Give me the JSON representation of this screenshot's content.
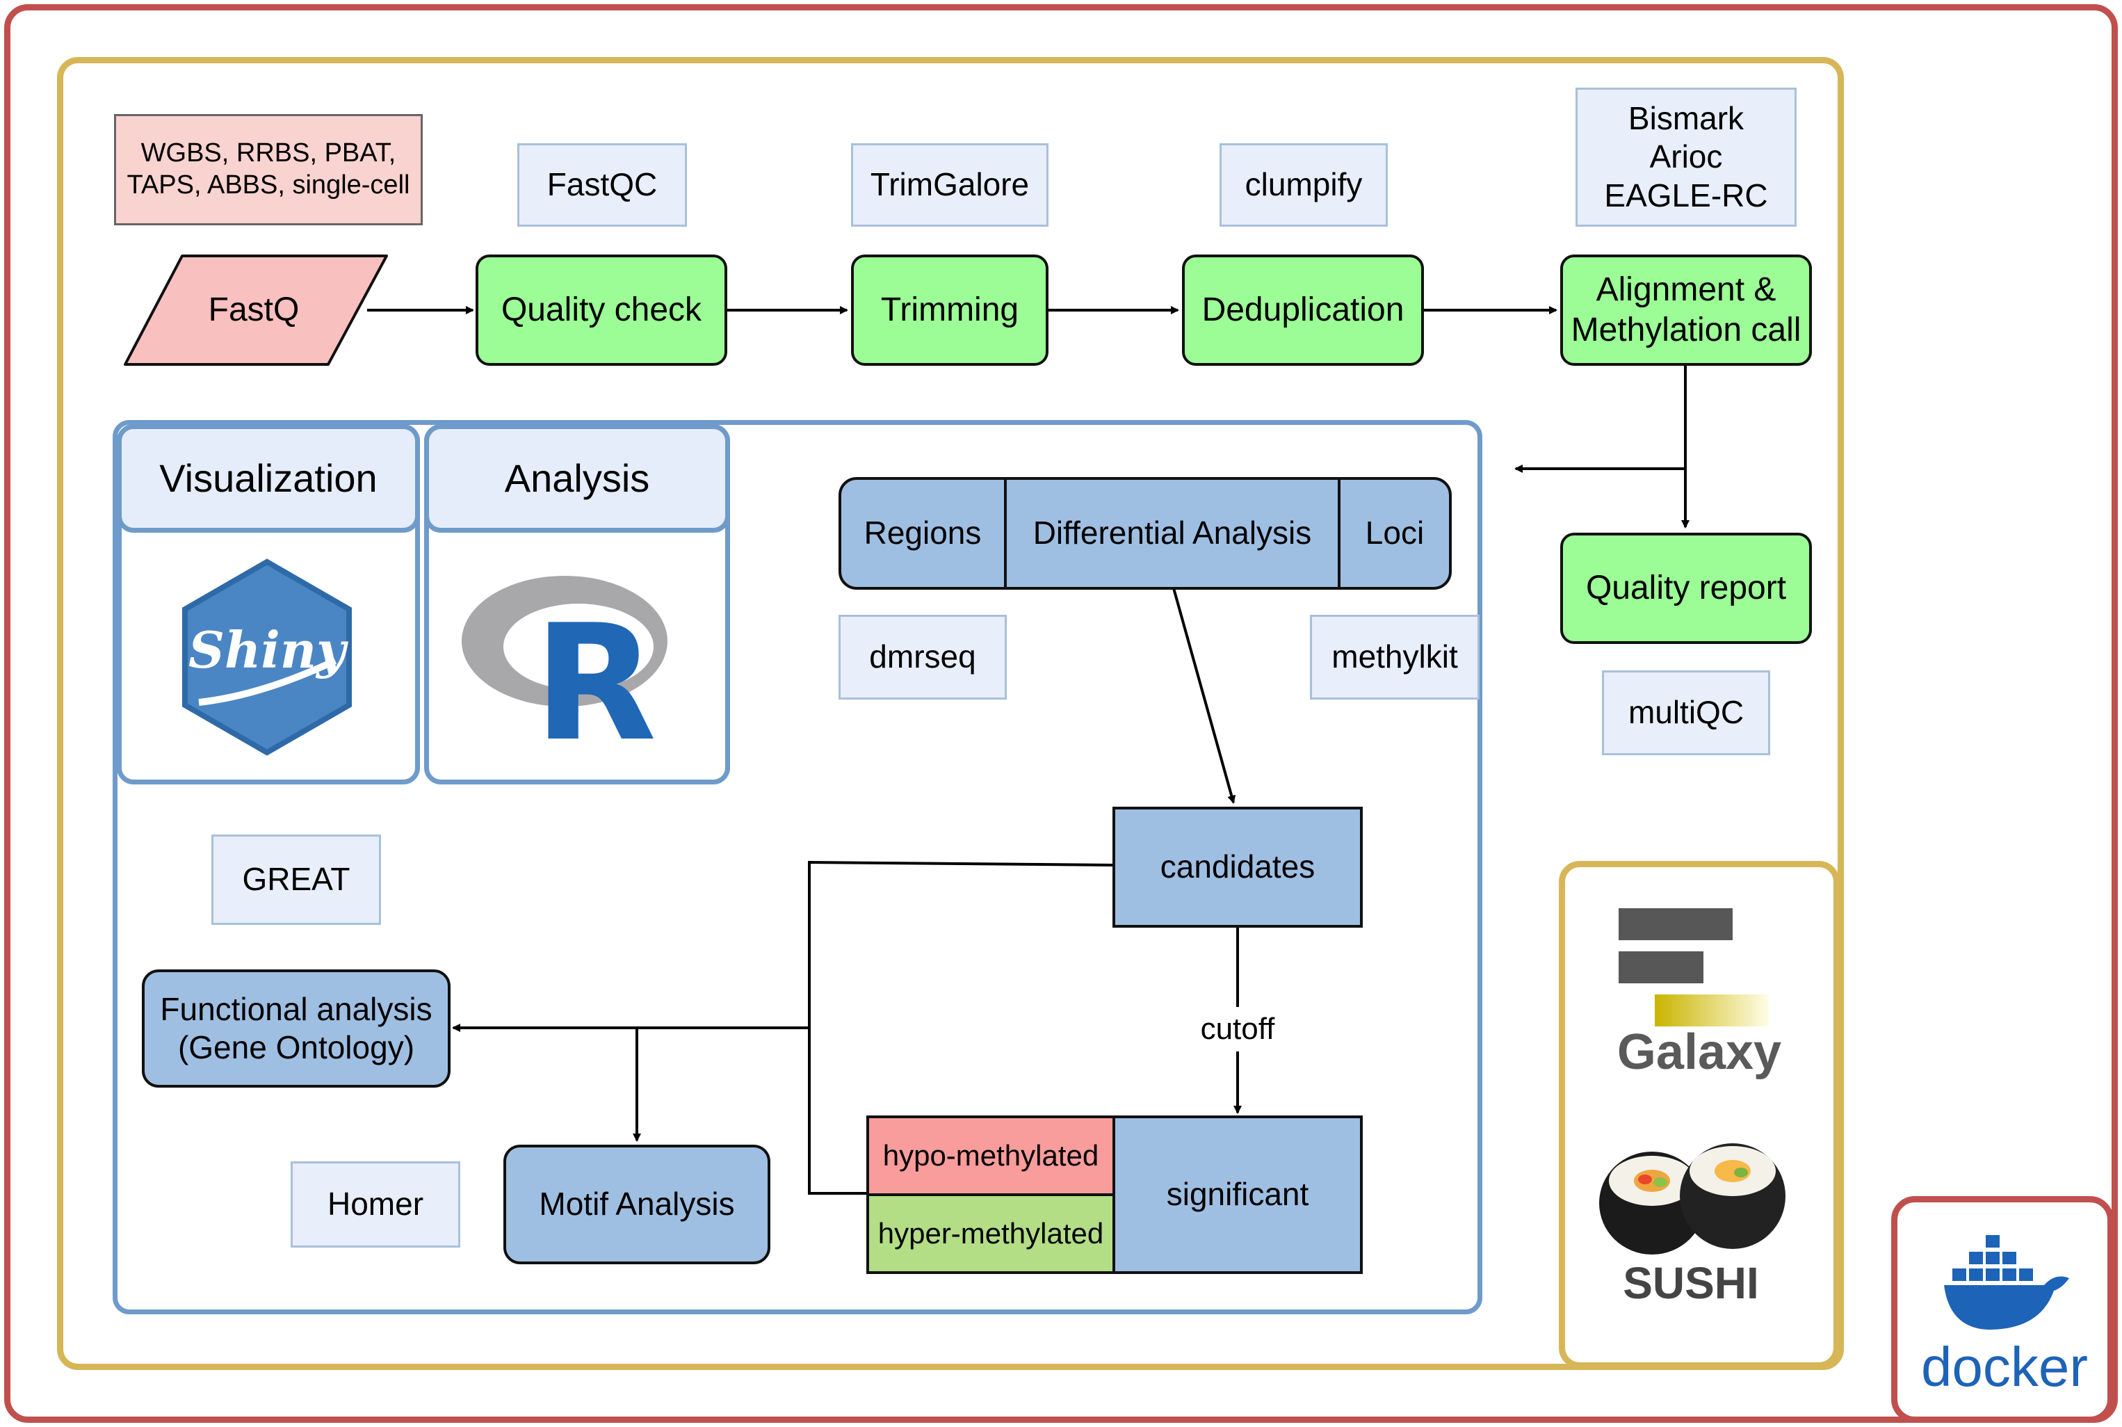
{
  "inputs": {
    "protocols": "WGBS, RRBS, PBAT,\nTAPS, ABBS, single-cell",
    "fastq": "FastQ"
  },
  "tools": {
    "fastqc": "FastQC",
    "trimgalore": "TrimGalore",
    "clumpify": "clumpify",
    "aligners": "Bismark\nArioc\nEAGLE-RC",
    "multiqc": "multiQC",
    "dmrseq": "dmrseq",
    "methylkit": "methylkit",
    "great": "GREAT",
    "homer": "Homer"
  },
  "steps": {
    "quality_check": "Quality check",
    "trimming": "Trimming",
    "deduplication": "Deduplication",
    "alignment": "Alignment &\nMethylation call",
    "quality_report": "Quality report"
  },
  "analysis_panel": {
    "visualization_tab": "Visualization",
    "analysis_tab": "Analysis",
    "shiny_logo_text": "Shiny",
    "r_logo_text": "R",
    "regions": "Regions",
    "differential_analysis": "Differential Analysis",
    "loci": "Loci",
    "candidates": "candidates",
    "cutoff": "cutoff",
    "hypo": "hypo-methylated",
    "hyper": "hyper-methylated",
    "significant": "significant",
    "functional": "Functional analysis\n(Gene Ontology)",
    "motif": "Motif Analysis"
  },
  "platforms": {
    "galaxy": "Galaxy",
    "sushi": "SUSHI",
    "docker": "docker"
  },
  "colors": {
    "outer_border": "#c0504d",
    "workflow_border": "#d6b656",
    "panel_border": "#6e9bca",
    "step_fill": "#9cfc95",
    "input_fill": "#f9c0c0",
    "blue_fill": "#9fbfe2",
    "hypo_fill": "#f89c9c",
    "hyper_fill": "#b3de86",
    "docker_blue": "#1d63b8"
  }
}
